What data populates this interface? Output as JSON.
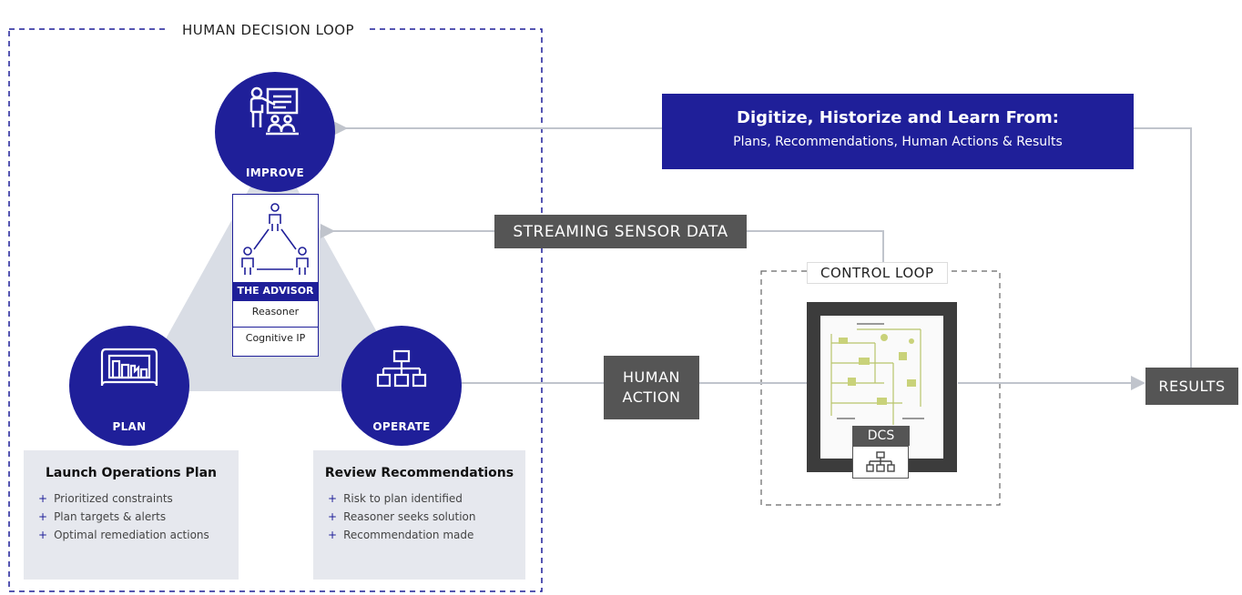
{
  "loops": {
    "human": "HUMAN DECISION LOOP",
    "control": "CONTROL LOOP"
  },
  "nodes": {
    "improve": {
      "label": "IMPROVE",
      "icon": "presenter-icon"
    },
    "plan": {
      "label": "PLAN",
      "icon": "blueprint-icon"
    },
    "operate": {
      "label": "OPERATE",
      "icon": "org-chart-icon"
    }
  },
  "advisor": {
    "title": "THE ADVISOR",
    "row1": "Reasoner",
    "row2": "Cognitive IP",
    "icon": "people-network-icon"
  },
  "banner": {
    "title": "Digitize, Historize and Learn From:",
    "subtitle": "Plans, Recommendations, Human Actions & Results"
  },
  "boxes": {
    "sensor": "STREAMING SENSOR DATA",
    "human_action_line1": "HUMAN",
    "human_action_line2": "ACTION",
    "results": "RESULTS"
  },
  "dcs": {
    "label": "DCS",
    "icon": "org-chart-icon"
  },
  "cards": {
    "plan": {
      "title": "Launch Operations Plan",
      "items": [
        "Prioritized constraints",
        "Plan targets & alerts",
        "Optimal remediation actions"
      ]
    },
    "operate": {
      "title": "Review Recommendations",
      "items": [
        "Risk to plan identified",
        "Reasoner seeks solution",
        "Recommendation made"
      ]
    }
  },
  "colors": {
    "navy": "#1f1f99",
    "dark_gray": "#555555",
    "light_gray": "#e6e8ee",
    "triangle": "#d9dde5"
  }
}
